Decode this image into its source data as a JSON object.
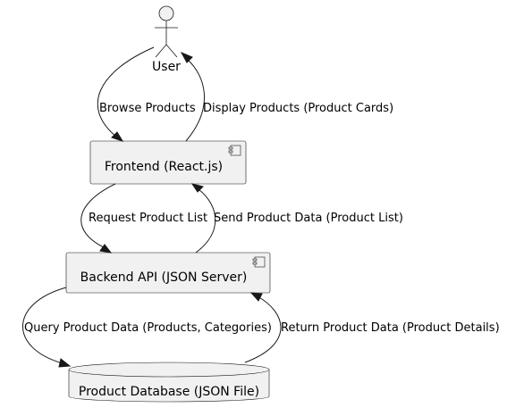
{
  "actor": {
    "label": "User"
  },
  "components": {
    "frontend": "Frontend (React.js)",
    "backend": "Backend API (JSON Server)"
  },
  "database": {
    "label": "Product Database (JSON File)"
  },
  "edges": {
    "browse_products": "Browse Products",
    "display_products": "Display Products (Product Cards)",
    "request_product_list": "Request Product List",
    "send_product_data": "Send Product Data (Product List)",
    "query_product_data": "Query Product Data (Products, Categories)",
    "return_product_data": "Return Product Data (Product Details)"
  }
}
